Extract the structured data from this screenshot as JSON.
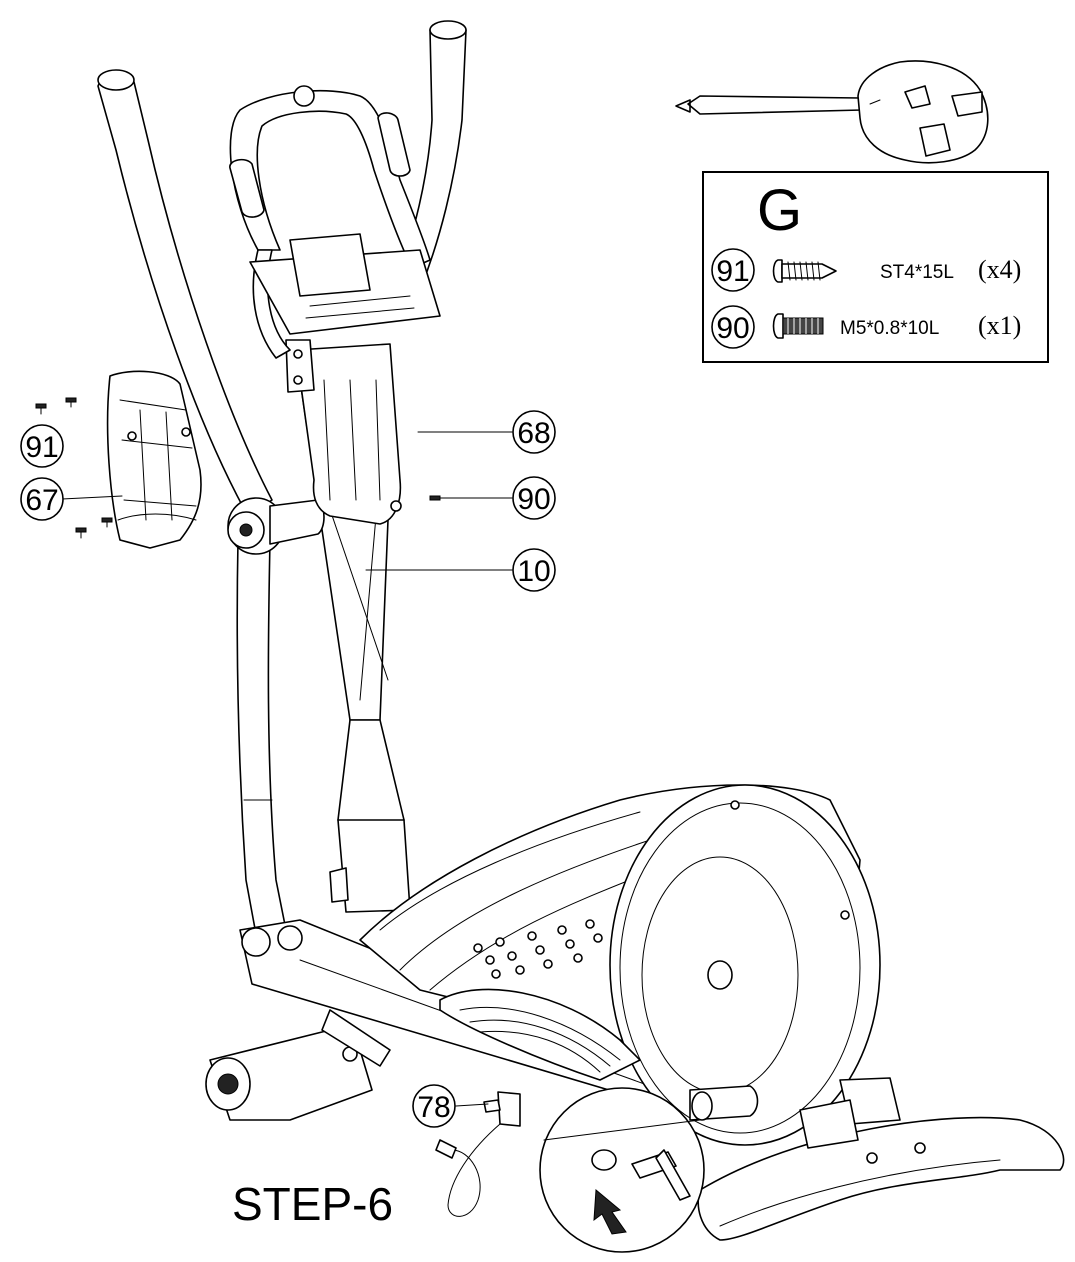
{
  "step_title": "STEP-6",
  "hardware_pack": {
    "letter": "G",
    "items": [
      {
        "part": "91",
        "spec": "ST4*15L",
        "qty": "(x4)"
      },
      {
        "part": "90",
        "spec": "M5*0.8*10L",
        "qty": "(x1)"
      }
    ]
  },
  "callouts": {
    "c91": "91",
    "c67": "67",
    "c68": "68",
    "c90": "90",
    "c10": "10",
    "c78": "78"
  }
}
